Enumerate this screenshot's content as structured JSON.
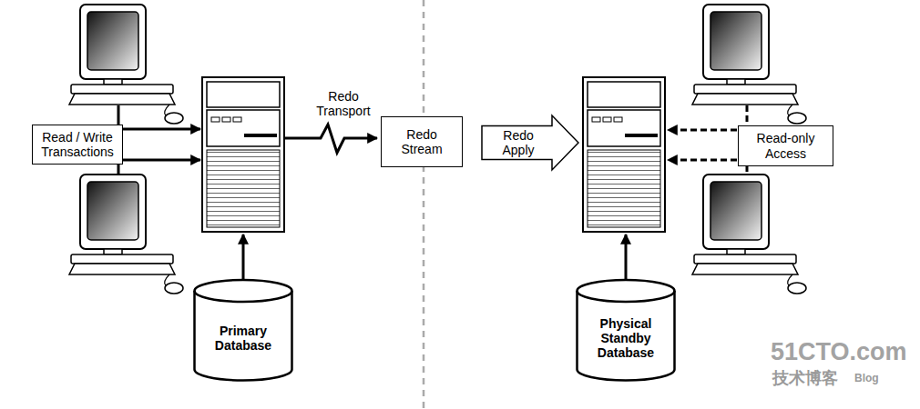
{
  "diagram": {
    "nodes": [
      {
        "text": [
          "Read / Write Transactions"
        ]
      },
      {
        "text": [
          "Primary Database"
        ]
      },
      {
        "text": [
          "Redo Stream"
        ]
      },
      {
        "text": [
          "Redo Apply"
        ]
      },
      {
        "text": [
          "Read-only Access"
        ]
      },
      {
        "text": [
          "Physical Standby Database"
        ]
      }
    ],
    "labels": [
      "Redo Transport",
      "51CTO.com",
      "技术博客",
      "Blog"
    ]
  }
}
